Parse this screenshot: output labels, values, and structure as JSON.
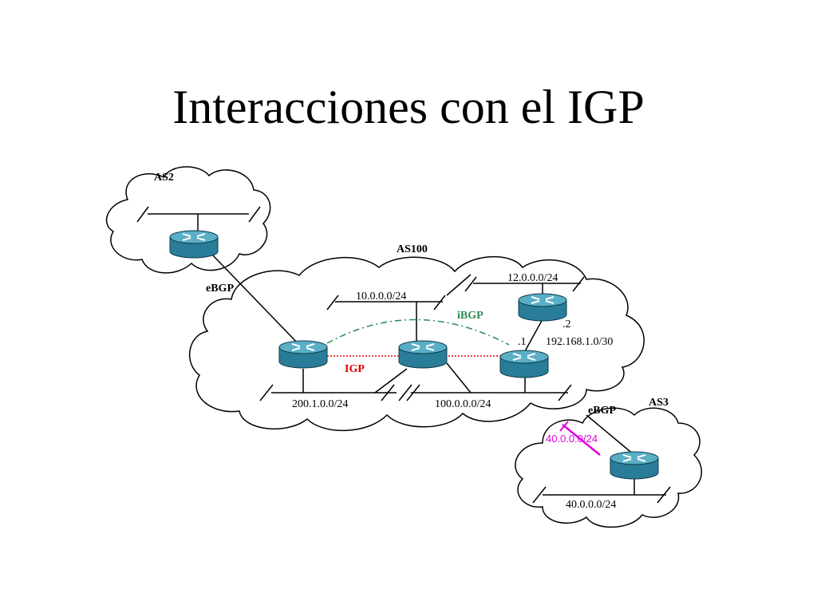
{
  "title": "Interacciones con el IGP",
  "clouds": {
    "as2": "AS2",
    "as100": "AS100",
    "as3": "AS3"
  },
  "networks": {
    "n10": "10.0.0.0/24",
    "n12": "12.0.0.0/24",
    "n192": "192.168.1.0/30",
    "n200": "200.1.0.0/24",
    "n100": "100.0.0.0/24",
    "n40_link": "40.0.0.0/24",
    "n40": "40.0.0.0/24"
  },
  "interfaces": {
    "if_1": ".1",
    "if_2": ".2"
  },
  "protocols": {
    "ebgp_as2": "eBGP",
    "ebgp_as3": "eBGP",
    "ibgp": "iBGP",
    "igp": "IGP"
  },
  "colors": {
    "ibgp": "#2e8b57",
    "igp": "#e00000",
    "link40": "#e000e0",
    "router_top": "#5aaec6",
    "router_side": "#2a7d98"
  },
  "icons": {
    "router": "router-icon"
  }
}
